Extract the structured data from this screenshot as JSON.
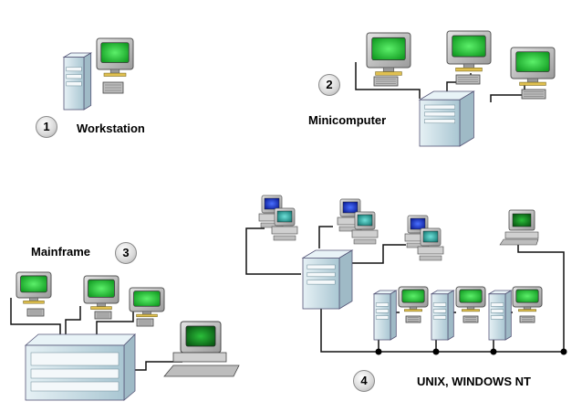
{
  "labels": {
    "workstation": "Workstation",
    "minicomputer": "Minicomputer",
    "mainframe": "Mainframe",
    "unix": "UNIX, WINDOWS NT"
  },
  "badges": {
    "one": "1",
    "two": "2",
    "three": "3",
    "four": "4"
  },
  "colors": {
    "screen_green": "#22cc33",
    "screen_blue": "#1a3cc8",
    "screen_teal": "#2aa6a0",
    "monitor_body": "#c8c8c8",
    "case_body": "#c6dde6",
    "line": "#000000"
  }
}
